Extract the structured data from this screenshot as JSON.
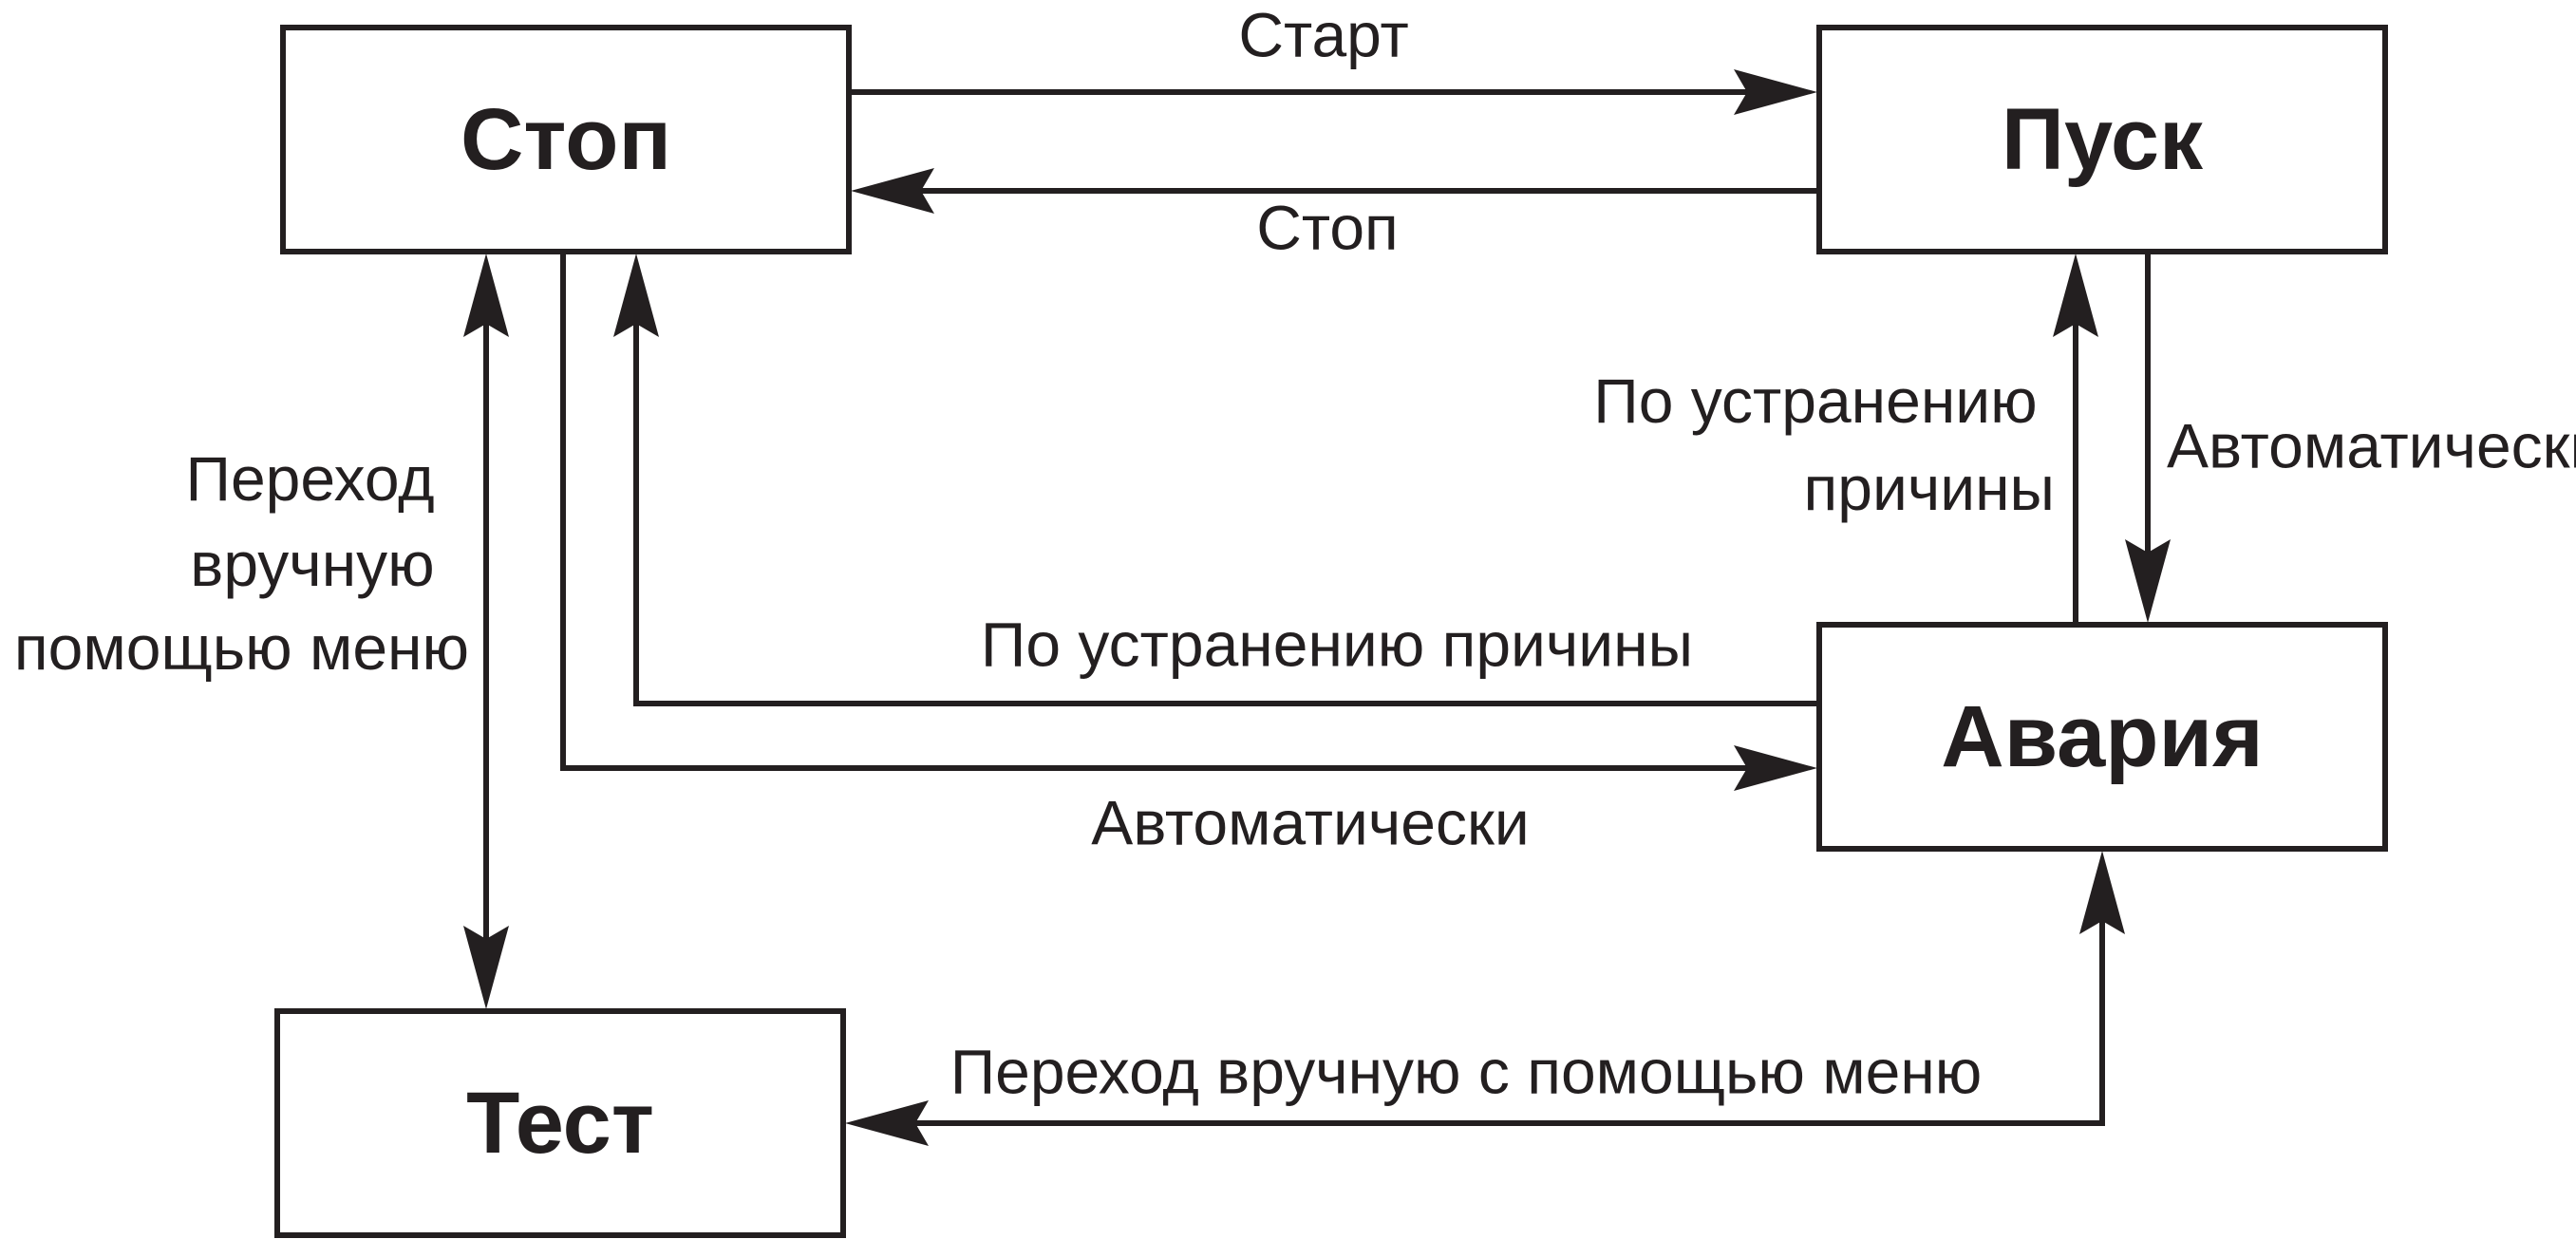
{
  "states": {
    "stop": "Стоп",
    "start": "Пуск",
    "alarm": "Авария",
    "test": "Тест"
  },
  "transitions": {
    "stop_to_start": "Старт",
    "start_to_stop": "Стоп",
    "alarm_to_start": [
      "По устранению",
      "причины"
    ],
    "start_to_alarm": "Автоматически",
    "alarm_to_stop": "По устранению причины",
    "stop_to_alarm": "Автоматически",
    "stop_test": [
      "Переход",
      "вручную",
      "с помощью меню"
    ],
    "test_alarm": "Переход вручную с помощью меню"
  },
  "colors": {
    "line": "#231f20",
    "background": "#ffffff"
  }
}
